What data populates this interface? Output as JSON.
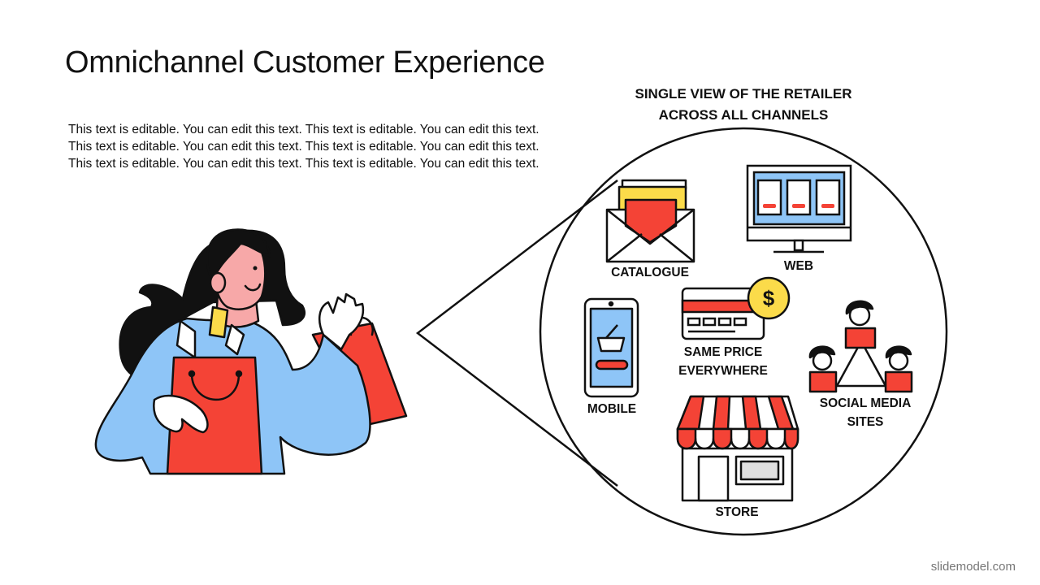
{
  "slide": {
    "title": "Omnichannel Customer Experience",
    "body": "This text is editable. You can edit this text. This text is editable. You can edit this text. This text is editable. You can edit this text. This text is editable. You can edit this text. This text is editable. You can edit this text. This text is editable. You can edit this text.",
    "watermark": "slidemodel.com"
  },
  "diagram": {
    "heading_line1": "SINGLE VIEW OF THE RETAILER",
    "heading_line2": "ACROSS ALL CHANNELS",
    "channels": {
      "catalogue": "CATALOGUE",
      "web": "WEB",
      "mobile": "MOBILE",
      "price_line1": "SAME PRICE",
      "price_line2": "EVERYWHERE",
      "social_line1": "SOCIAL MEDIA",
      "social_line2": "SITES",
      "store": "STORE"
    },
    "price_symbol": "$"
  },
  "colors": {
    "red": "#f44336",
    "blue": "#8ec5f7",
    "yellow": "#fbdb4a",
    "skin": "#f7a8a8",
    "outline": "#111111"
  }
}
